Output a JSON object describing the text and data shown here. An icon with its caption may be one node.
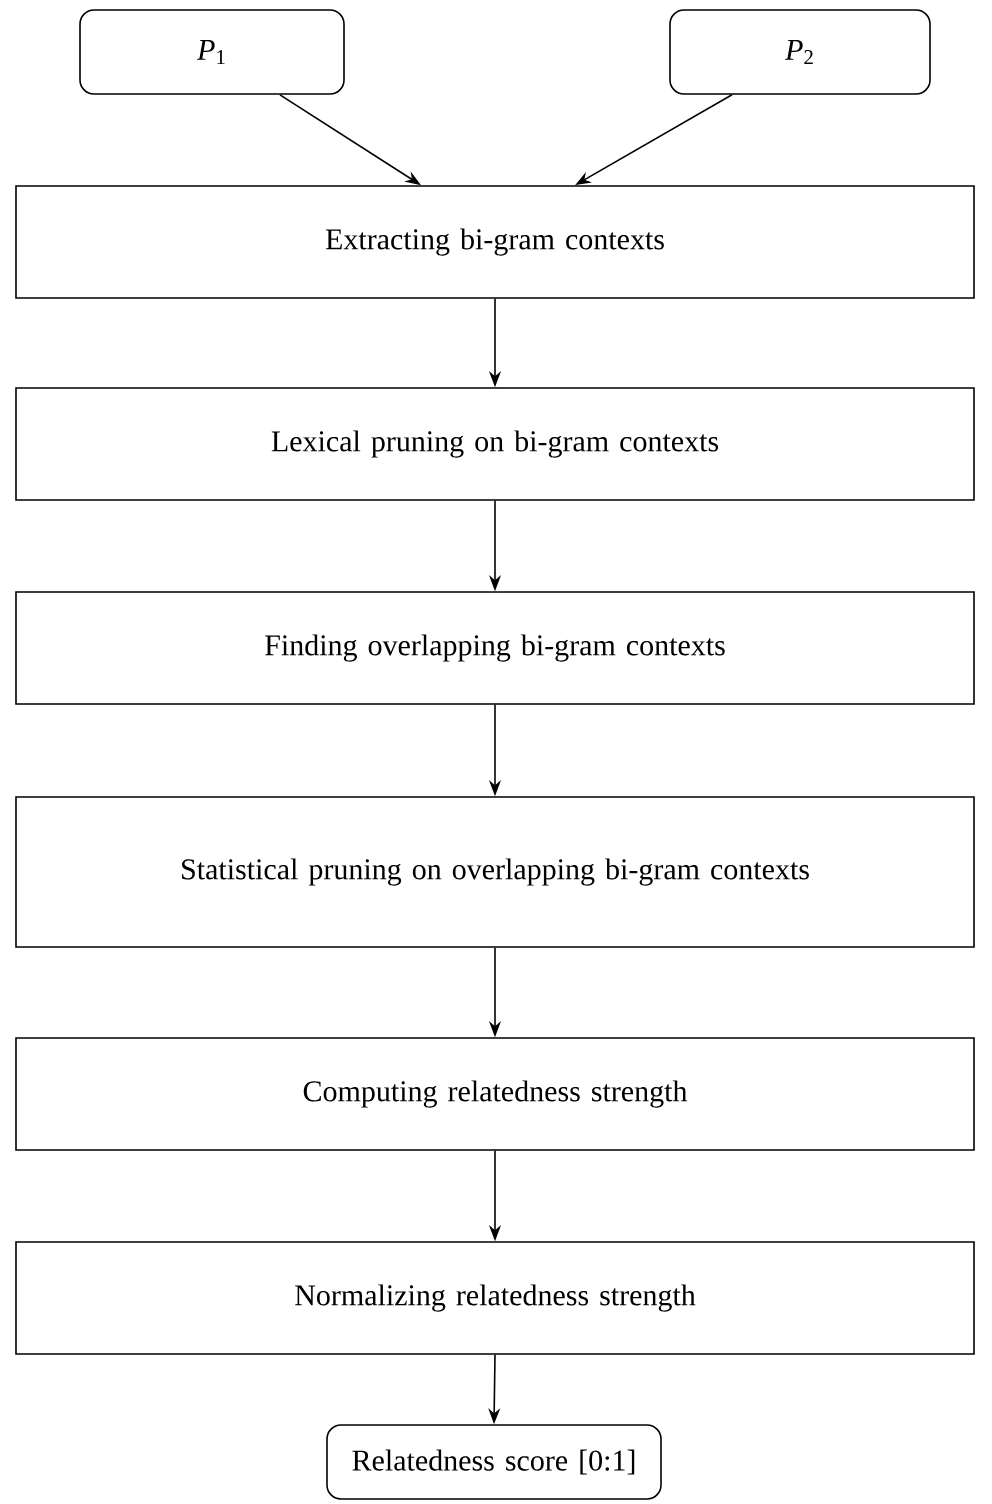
{
  "diagram": {
    "nodes": [
      {
        "text": [
          "*P*$_{1}$"
        ]
      },
      {
        "text": [
          "*P*$_{2}$"
        ]
      },
      {
        "text": [
          "Extracting bi-gram contexts"
        ]
      },
      {
        "text": [
          "Lexical pruning on bi-gram contexts"
        ]
      },
      {
        "text": [
          "Finding overlapping bi-gram contexts"
        ]
      },
      {
        "text": [
          "Statistical pruning on overlapping bi-gram contexts"
        ]
      },
      {
        "text": [
          "Computing relatedness strength"
        ]
      },
      {
        "text": [
          "Normalizing relatedness strength"
        ]
      },
      {
        "text": [
          "Relatedness score [0:1]"
        ]
      }
    ],
    "edges": [
      {
        "from": 0,
        "to": 2,
        "arrow": "to"
      },
      {
        "from": 1,
        "to": 2,
        "arrow": "to"
      },
      {
        "from": 2,
        "to": 3,
        "arrow": "to"
      },
      {
        "from": 3,
        "to": 4,
        "arrow": "to"
      },
      {
        "from": 4,
        "to": 5,
        "arrow": "to"
      },
      {
        "from": 5,
        "to": 6,
        "arrow": "to"
      },
      {
        "from": 6,
        "to": 7,
        "arrow": "to"
      },
      {
        "from": 7,
        "to": 8,
        "arrow": "to"
      }
    ]
  }
}
